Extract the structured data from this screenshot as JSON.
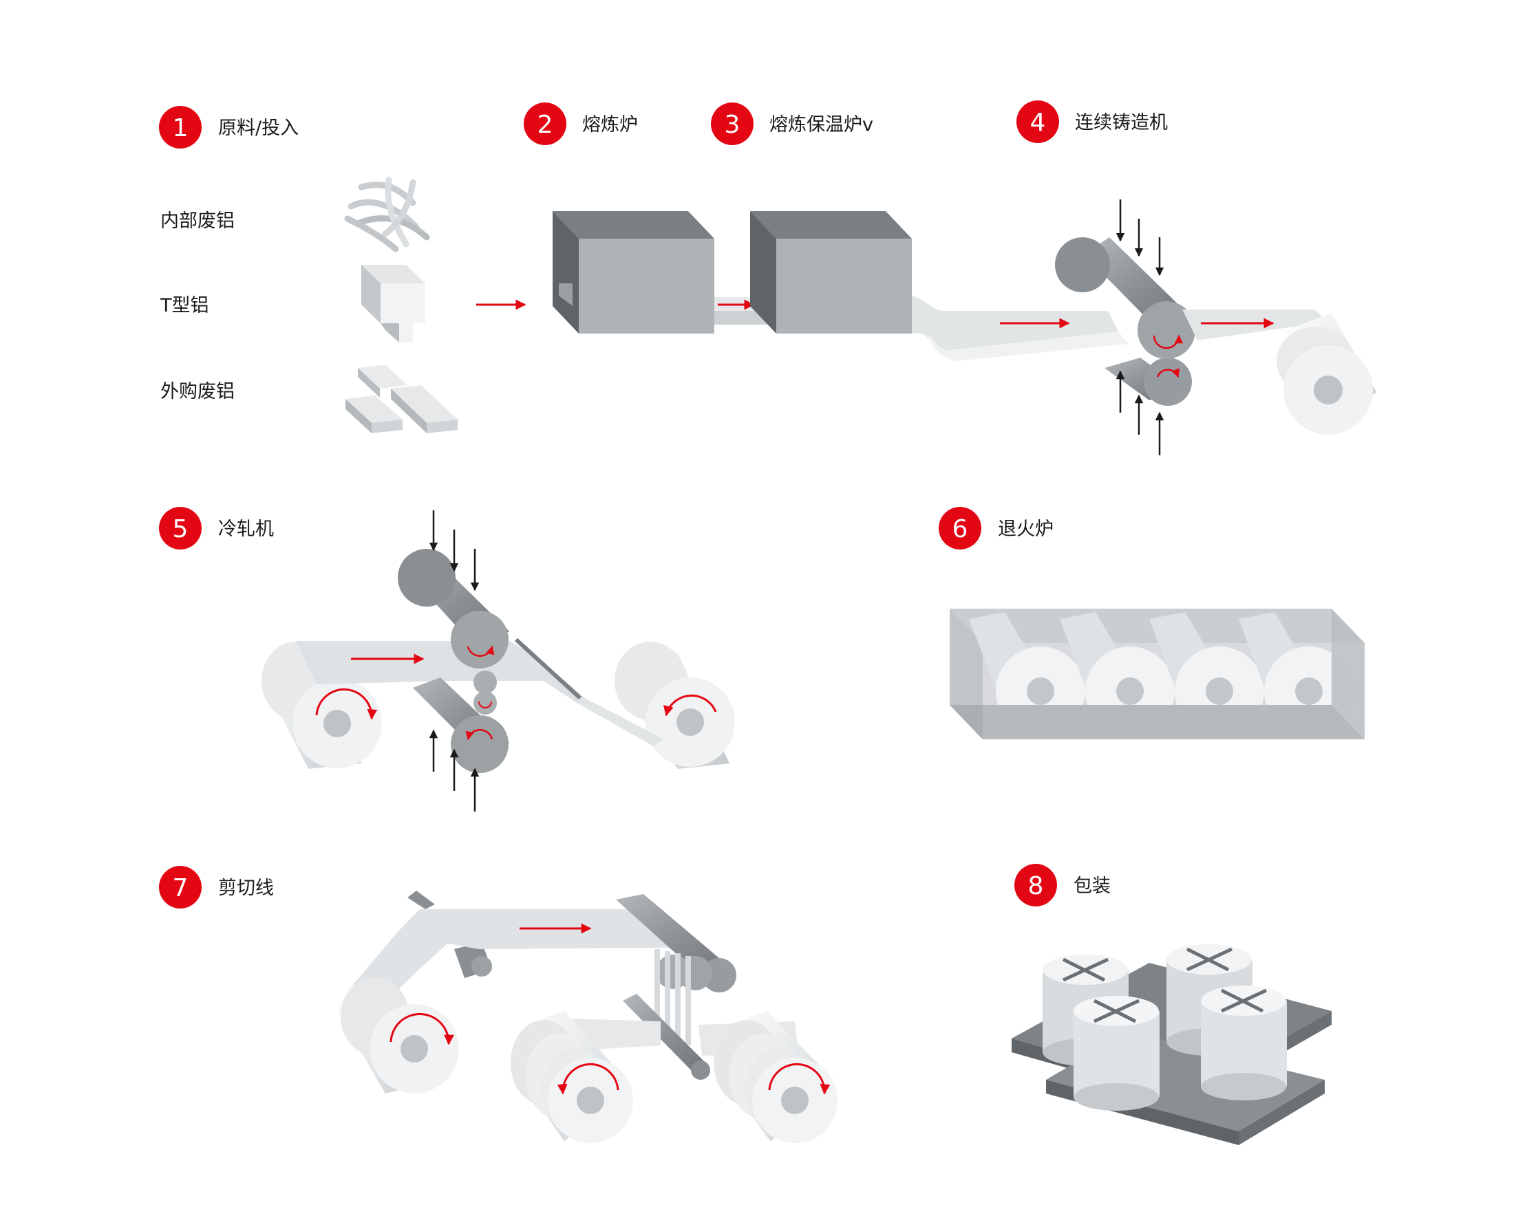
{
  "steps": [
    {
      "num": "1",
      "label": "原料/投入"
    },
    {
      "num": "2",
      "label": "熔炼炉"
    },
    {
      "num": "3",
      "label": "熔炼保温炉v"
    },
    {
      "num": "4",
      "label": "连续铸造机"
    },
    {
      "num": "5",
      "label": "冷轧机"
    },
    {
      "num": "6",
      "label": "退火炉"
    },
    {
      "num": "7",
      "label": "剪切线"
    },
    {
      "num": "8",
      "label": "包装"
    }
  ],
  "materials": [
    {
      "label": "内部废铝",
      "icon": "scrap-shavings-icon"
    },
    {
      "label": "T型铝",
      "icon": "t-profile-icon"
    },
    {
      "label": "外购废铝",
      "icon": "ingot-stack-icon"
    }
  ],
  "colors": {
    "accent": "#e30613",
    "furnace_front": "#aeb3b6",
    "furnace_top": "#7a7f83",
    "furnace_side": "#5f6468",
    "roller": "#8d9296",
    "sheet": "#dfe2e4",
    "coil": "#eceeef",
    "arrow": "#1a1a1a"
  }
}
